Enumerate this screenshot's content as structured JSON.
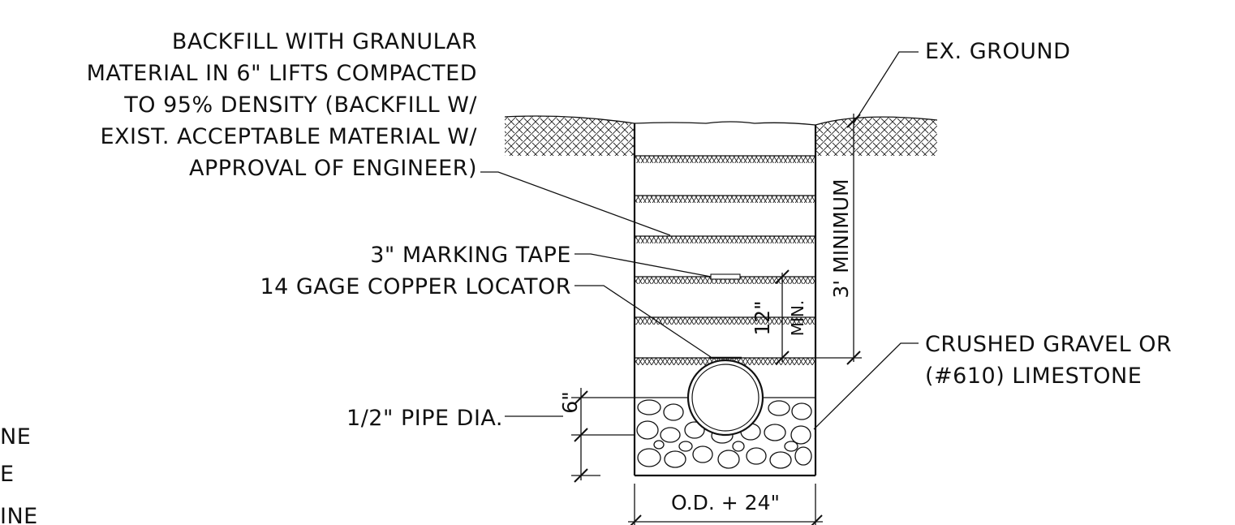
{
  "labels": {
    "backfill": [
      "BACKFILL WITH GRANULAR",
      "MATERIAL IN 6\" LIFTS COMPACTED",
      "TO 95% DENSITY (BACKFILL W/",
      "EXIST. ACCEPTABLE MATERIAL W/",
      "APPROVAL OF ENGINEER)"
    ],
    "ex_ground": "EX. GROUND",
    "marking_tape": "3\" MARKING TAPE",
    "copper_locator": "14 GAGE COPPER LOCATOR",
    "pipe_dia": "1/2\" PIPE DIA.",
    "crushed_gravel": [
      "CRUSHED GRAVEL OR",
      "(#610) LIMESTONE"
    ],
    "legend_fragments": [
      "NE",
      "E",
      "INE"
    ]
  },
  "dimensions": {
    "min_12": "12\"",
    "min_word": "MIN.",
    "minimum_3": "3' MINIMUM",
    "bedding_6": "6\"",
    "width": "O.D. + 24\""
  }
}
